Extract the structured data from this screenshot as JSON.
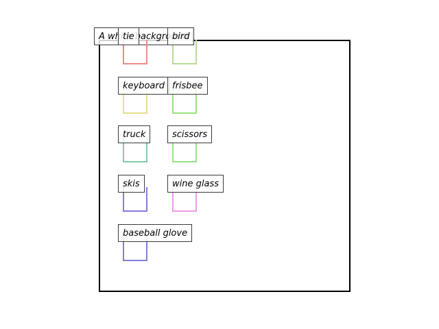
{
  "background_label": "A white background",
  "objects": [
    {
      "name": "tie",
      "color": "#ee8c86"
    },
    {
      "name": "bird",
      "color": "#b9dc97"
    },
    {
      "name": "keyboard",
      "color": "#e6df8e"
    },
    {
      "name": "frisbee",
      "color": "#97e27c"
    },
    {
      "name": "truck",
      "color": "#86cba9"
    },
    {
      "name": "scissors",
      "color": "#98e384"
    },
    {
      "name": "skis",
      "color": "#8d77e2"
    },
    {
      "name": "wine glass",
      "color": "#ef9ae6"
    },
    {
      "name": "baseball glove",
      "color": "#7f7ddd"
    }
  ]
}
